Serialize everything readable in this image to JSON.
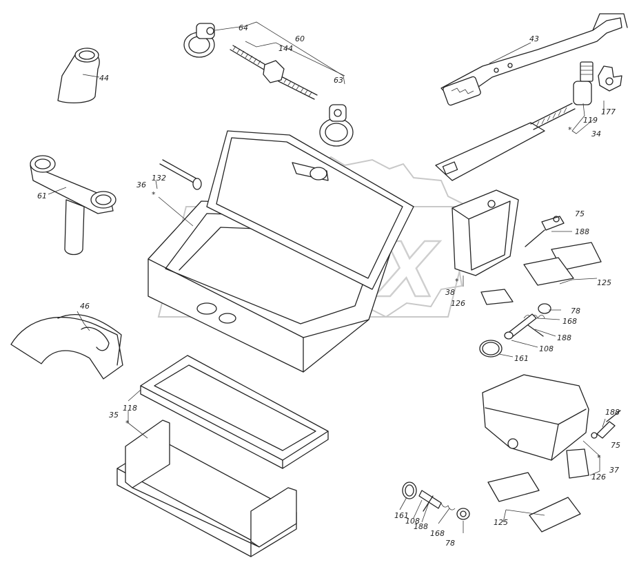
{
  "watermark": {
    "text": "OPEX",
    "color": "#d8d8d8"
  },
  "labels": {
    "l64": "64",
    "l60": "60",
    "l144": "144",
    "l63": "63",
    "l43": "43",
    "l44": "44",
    "l119": "119",
    "l177": "177",
    "l34": "34",
    "l34star": "*",
    "l132": "132",
    "l36": "36",
    "l36star": "*",
    "l61": "61",
    "l75a": "75",
    "l188a": "188",
    "l125a": "125",
    "l38": "38",
    "l38star": "*",
    "l126a": "126",
    "l78a": "78",
    "l168a": "168",
    "l188b": "188",
    "l108a": "108",
    "l161a": "161",
    "l46": "46",
    "l118": "118",
    "l35": "35",
    "l35star": "*",
    "l188c": "188",
    "l75b": "75",
    "l37star": "*",
    "l126b": "126",
    "l37": "37",
    "l125b": "125",
    "l161b": "161",
    "l108b": "108",
    "l188d": "188",
    "l168b": "168",
    "l78b": "78"
  }
}
